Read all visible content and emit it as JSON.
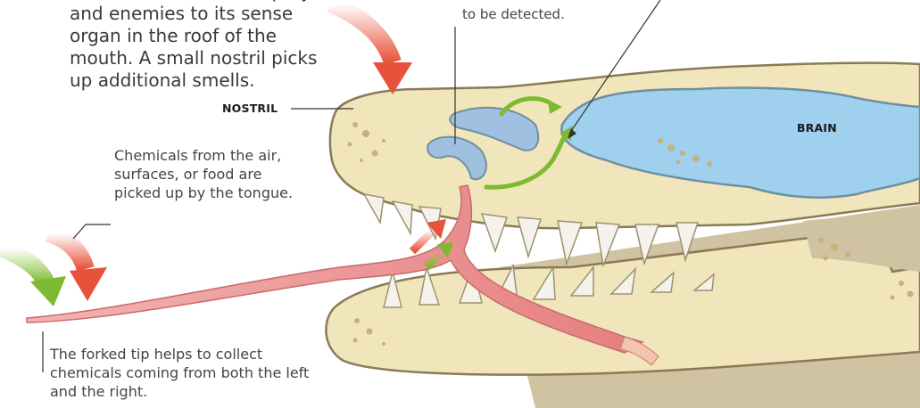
{
  "texts": {
    "intro": "odors and tastes from prey and enemies to its sense organ in the roof of the mouth. A small nostril picks up additional smells.",
    "detected": "to be detected.",
    "chemicals": "Chemicals from the air, surfaces, or food are picked up by the tongue.",
    "forked": "The forked tip helps to collect chemicals coming from both the left and the right."
  },
  "labels": {
    "nostril": "NOSTRIL",
    "brain": "BRAIN"
  },
  "colors": {
    "skull": "#f1e6bb",
    "skull_outline": "#8a7a55",
    "jaw_shadow": "#cfc3a1",
    "brain": "#9fd1ef",
    "sense_organ": "#9fc0e0",
    "tongue": "#ef9a9a",
    "tongue_dark": "#d06060",
    "red_arrow": "#e8513a",
    "green_arrow": "#7cba2f",
    "teeth": "#f4f2ea"
  }
}
